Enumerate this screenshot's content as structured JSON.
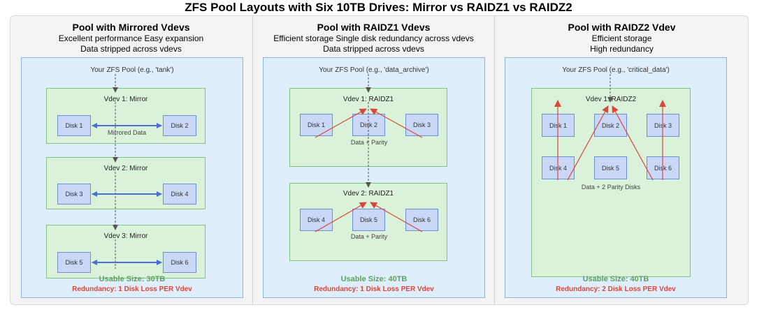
{
  "title": "ZFS Pool Layouts with Six 10TB Drives: Mirror vs RAIDZ1 vs RAIDZ2",
  "mirror": {
    "title": "Pool with Mirrored Vdevs",
    "sub1": "Excellent performance Easy expansion",
    "sub2": "Data stripped across vdevs",
    "pool_label": "Your ZFS Pool (e.g., 'tank')",
    "vdev1": "Vdev 1: Mirror",
    "vdev2": "Vdev 2: Mirror",
    "vdev3": "Vdev 3: Mirror",
    "disk1": "Disk 1",
    "disk2": "Disk 2",
    "disk3": "Disk 3",
    "disk4": "Disk 4",
    "disk5": "Disk 5",
    "disk6": "Disk 6",
    "mirrored_data": "Mirrored Data",
    "usable": "Usable Size: 30TB",
    "redundancy": "Redundancy: 1 Disk Loss PER Vdev"
  },
  "raidz1": {
    "title": "Pool with RAIDZ1 Vdevs",
    "sub1": "Efficient storage  Single disk redundancy across vdevs",
    "sub2": "Data stripped across vdevs",
    "pool_label": "Your ZFS Pool (e.g., 'data_archive')",
    "vdev1": "Vdev 1: RAIDZ1",
    "vdev2": "Vdev 2: RAIDZ1",
    "disk1": "Disk 1",
    "disk2": "Disk 2",
    "disk3": "Disk 3",
    "disk4": "Disk 4",
    "disk5": "Disk 5",
    "disk6": "Disk 6",
    "parity1": "Data + Parity",
    "parity2": "Data + Parity",
    "usable": "Usable Size: 40TB",
    "redundancy": "Redundancy: 1 Disk Loss PER Vdev"
  },
  "raidz2": {
    "title": "Pool with RAIDZ2 Vdev",
    "sub1": "Efficient storage",
    "sub2": "High redundancy",
    "pool_label": "Your ZFS Pool (e.g., 'critical_data')",
    "vdev1": "Vdev 1: RAIDZ2",
    "disk1": "Disk 1",
    "disk2": "Disk 2",
    "disk3": "Disk 3",
    "disk4": "Disk 4",
    "disk5": "Disk 5",
    "disk6": "Disk 6",
    "parity": "Data + 2 Parity Disks",
    "usable": "Usable Size: 40TB",
    "redundancy": "Redundancy: 2 Disk Loss PER Vdev"
  },
  "colors": {
    "pool_fill": "#dfeefb",
    "vdev_fill": "#d9f2d9",
    "disk_fill": "#c8d8f6",
    "mirror_arrow": "#4a6fd1",
    "parity_arrow": "#d9473a",
    "usable_text": "#5fa15f",
    "redundancy_text": "#d9473a"
  }
}
